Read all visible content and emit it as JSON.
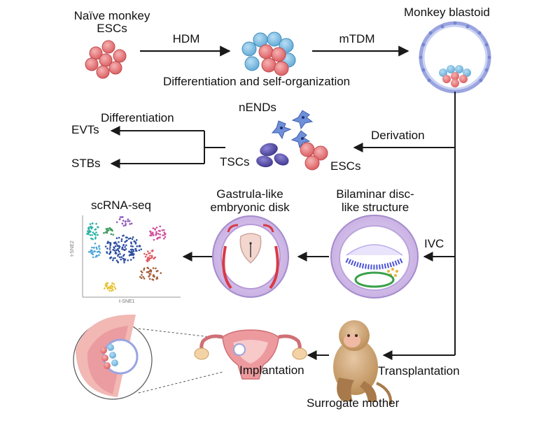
{
  "nodes": {
    "naive_esc": "Naïve monkey\nESCs",
    "monkey_blastoid": "Monkey blastoid",
    "differentiation_self_org": "Differentiation and self-organization",
    "nends": "nENDs",
    "tscs": "TSCs",
    "escs": "ESCs",
    "evts": "EVTs",
    "stbs": "STBs",
    "differentiation": "Differentiation",
    "scrna_seq": "scRNA-seq",
    "gastrula": "Gastrula-like\nembryonic disk",
    "bilaminar": "Bilaminar disc-\nlike structure",
    "surrogate": "Surrogate mother"
  },
  "arrows": {
    "hdm": "HDM",
    "mtdm": "mTDM",
    "derivation": "Derivation",
    "ivc": "IVC",
    "implantation": "Implantation",
    "transplantation": "Transplantation"
  },
  "plot_axes": {
    "x": "t-SNE1",
    "y": "t-SNE2"
  },
  "colors": {
    "esc_cell": "#e8787a",
    "tsc_cell": "#5a50a8",
    "nend_cell": "#6f8fd8",
    "blastoid_shell": "#b8c6ee",
    "trophectoderm": "#9aa4e0",
    "disc_outer": "#c6aede",
    "red_accent": "#d83a46",
    "monkey_fur": "#b98a52",
    "uterus": "#ec9a9e",
    "arrow": "#1a1a1a"
  }
}
